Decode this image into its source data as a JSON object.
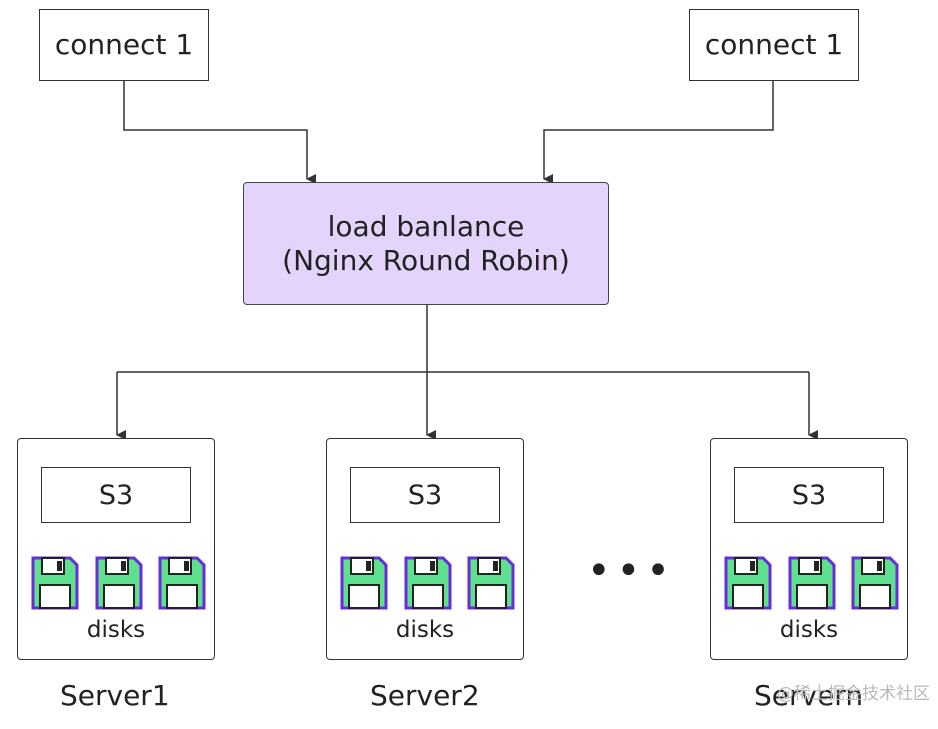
{
  "connections": [
    {
      "label": "connect 1"
    },
    {
      "label": "connect 1"
    }
  ],
  "load_balancer": {
    "line1": "load banlance",
    "line2": "(Nginx Round Robin)",
    "fill_color": "#e4d3fb"
  },
  "servers": [
    {
      "s3_label": "S3",
      "disks_label": "disks",
      "name": "Server1"
    },
    {
      "s3_label": "S3",
      "disks_label": "disks",
      "name": "Server2"
    },
    {
      "s3_label": "S3",
      "disks_label": "disks",
      "name": "Servern"
    }
  ],
  "ellipsis": "•••",
  "watermark": "@稀土掘金技术社区",
  "icons": {
    "disk": "floppy-disk-icon",
    "disk_color": "#5ee08f",
    "disk_outline": "#6a2bd8"
  }
}
